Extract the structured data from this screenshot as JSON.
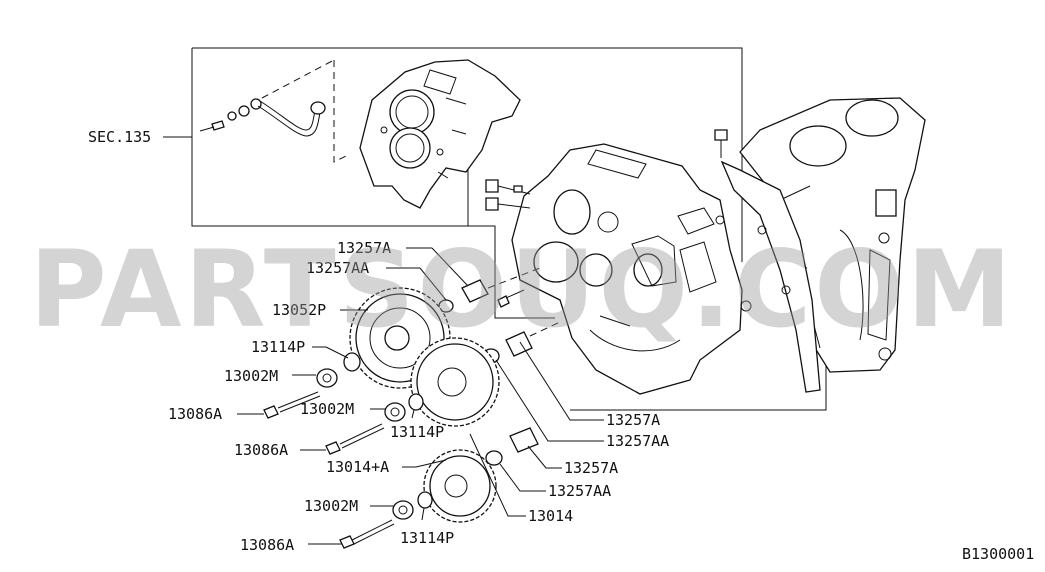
{
  "sec_label": "SEC.135",
  "diagram_code": "B1300001",
  "watermark": "PARTSOUQ.COM",
  "labels": {
    "l13257A_top": "13257A",
    "l13257AA_top": "13257AA",
    "l13052P": "13052P",
    "l13114P_1": "13114P",
    "l13002M_1": "13002M",
    "l13086A_1": "13086A",
    "l13002M_2": "13002M",
    "l13114P_2": "13114P",
    "l13086A_2": "13086A",
    "l13014plusA": "13014+A",
    "l13002M_3": "13002M",
    "l13086A_3": "13086A",
    "l13114P_3": "13114P",
    "l13257A_mid": "13257A",
    "l13257AA_mid": "13257AA",
    "l13257A_low": "13257A",
    "l13257AA_low": "13257AA",
    "l13014": "13014"
  }
}
